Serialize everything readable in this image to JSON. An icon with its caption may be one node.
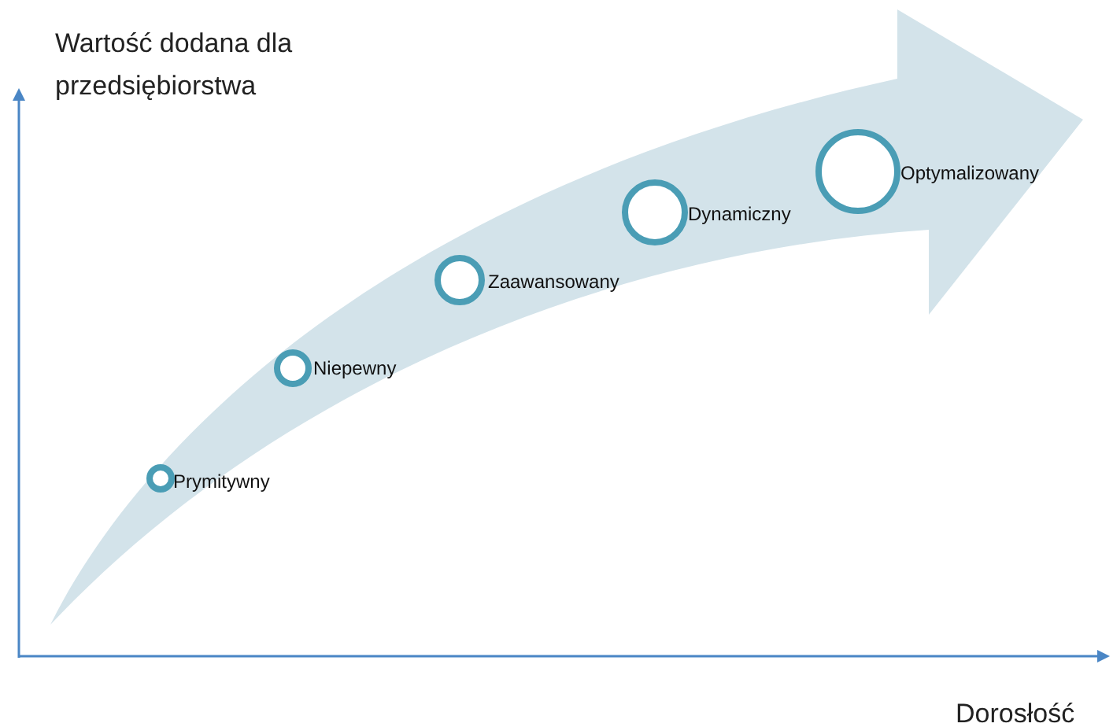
{
  "diagram": {
    "nodes": [
      {
        "text": [],
        "shape": "circle",
        "beside": [
          "Prymitywny"
        ]
      },
      {
        "text": [],
        "shape": "circle",
        "beside": [
          "Niepewny"
        ]
      },
      {
        "text": [],
        "shape": "circle",
        "beside": [
          "Zaawansowany"
        ]
      },
      {
        "text": [],
        "shape": "circle",
        "beside": [
          "Dynamiczny"
        ]
      },
      {
        "text": [],
        "shape": "circle",
        "beside": [
          "Optymalizowany"
        ]
      }
    ],
    "labels": [
      "Wartość dodana dla przedsiębiorstwa",
      "Dorosłość"
    ]
  }
}
